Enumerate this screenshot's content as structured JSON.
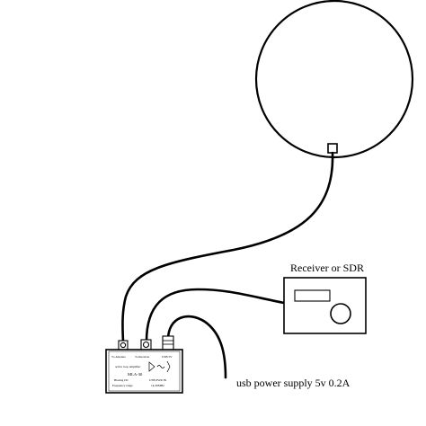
{
  "receiver": {
    "label": "Receiver or SDR"
  },
  "power": {
    "label": "usb power supply 5v 0.2A"
  },
  "amplifier": {
    "port_left": "To Antenna",
    "port_right": "To Receiver",
    "desc": "active loop amplifier",
    "model": "MLA-30",
    "voltage_label": "USB 5V",
    "line_biasing": "Biasing DC",
    "line_biasing_val": "USB PWR IN",
    "line_freq": "Frequency range",
    "line_freq_val": "1k-30MHz"
  }
}
